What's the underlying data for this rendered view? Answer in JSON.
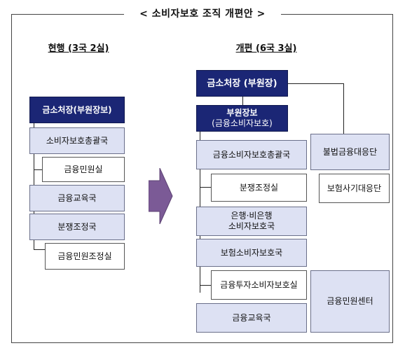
{
  "title": "< 소비자보호 조직 개편안 >",
  "current": {
    "heading": "현행 (3국 2실)",
    "head_office": "금소처장(부원장보)",
    "units": [
      "소비자보호총괄국",
      "금융민원실",
      "금융교육국",
      "분쟁조정국",
      "금융민원조정실"
    ]
  },
  "reform": {
    "heading": "개편 (6국 3실)",
    "head_office": "금소처장 (부원장)",
    "deputy": {
      "line1": "부원장보",
      "line2": "(금융소비자보호)"
    },
    "units": [
      "금융소비자보호총괄국",
      "분쟁조정실",
      {
        "line1": "은행·비은행",
        "line2": "소비자보호국"
      },
      "보험소비자보호국",
      "금융투자소비자보호실",
      "금융교육국"
    ],
    "right_units": [
      "불법금융대응단",
      "보험사기대응단",
      "금융민원센터"
    ]
  },
  "colors": {
    "navy": "#1b2675",
    "shaded": "#dde1f3",
    "arrow": "#7b5a96"
  },
  "icons": [
    "right-arrow-icon"
  ]
}
